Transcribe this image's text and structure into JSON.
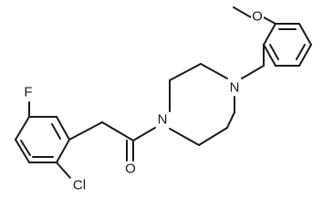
{
  "molecule": {
    "atoms": {
      "o_methoxy": "O",
      "n_aryl": "N",
      "n_amide": "N",
      "f": "F",
      "o_carbonyl": "O",
      "cl": "Cl"
    },
    "colors": {
      "bond": "#1a1a1a",
      "label": "#1a1a1a",
      "background": "#ffffff"
    }
  }
}
